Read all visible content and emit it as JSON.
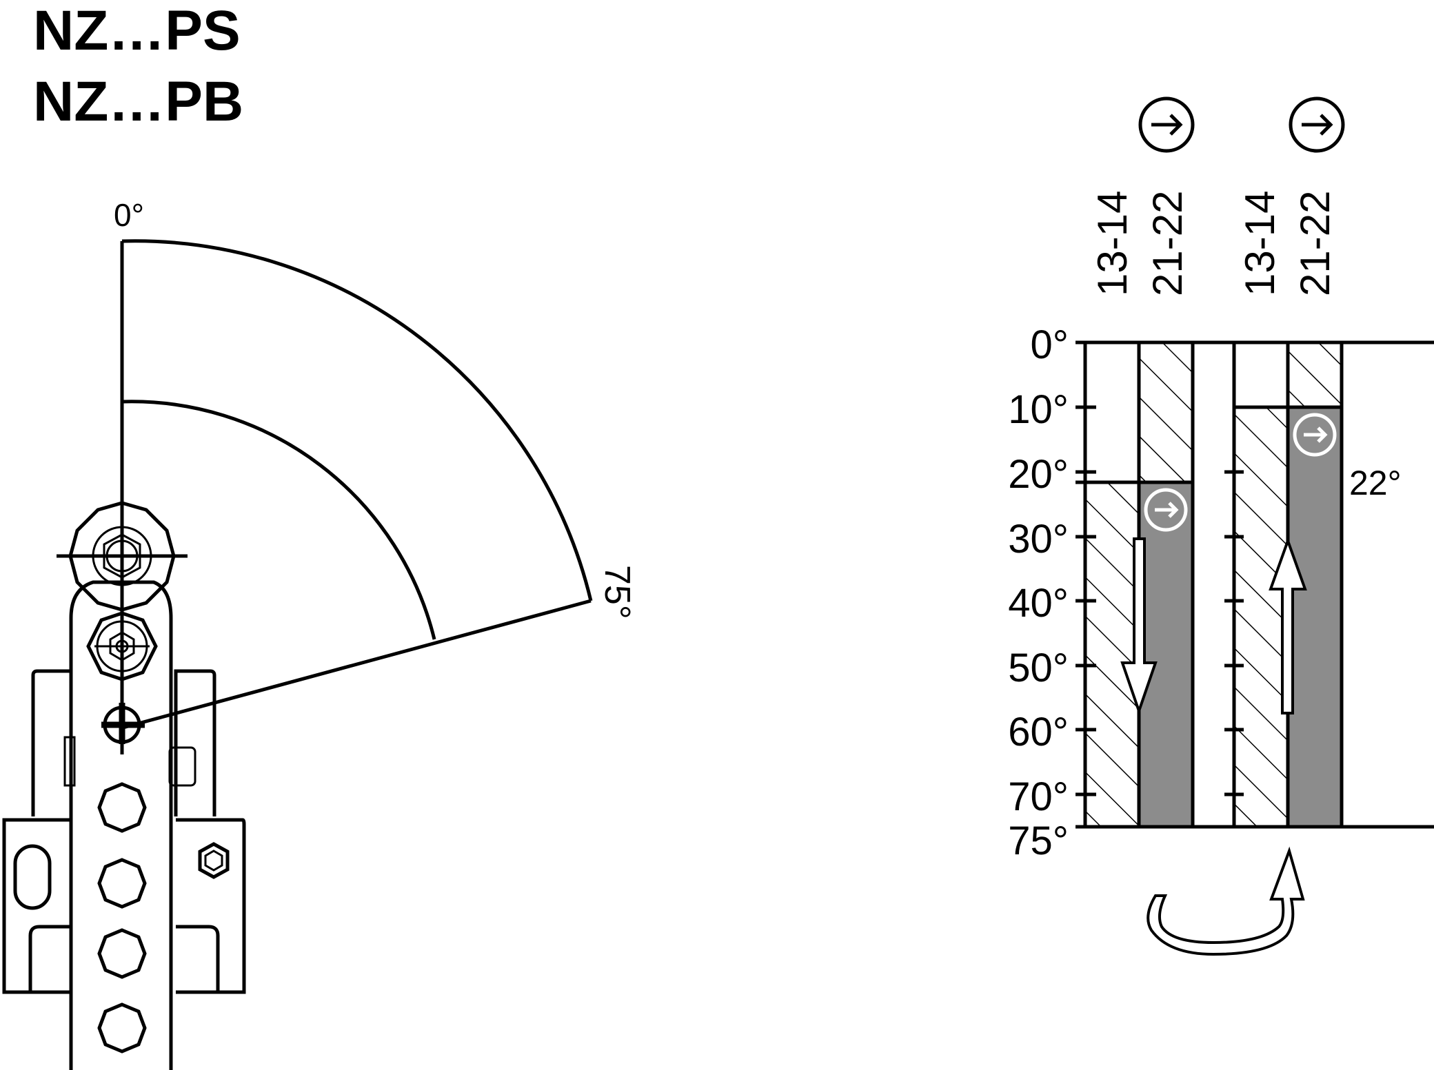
{
  "titles": [
    "NZ…PS",
    "NZ…PB"
  ],
  "lever": {
    "angle_start_label": "0°",
    "angle_end_label": "75°",
    "travel_deg": 75
  },
  "contacts": {
    "col1_label": "13-14",
    "col2_label": "21-22",
    "col3_label": "13-14",
    "col4_label": "21-22",
    "switch_point_label": "22°"
  },
  "scale": {
    "ticks": [
      "0°",
      "10°",
      "20°",
      "30°",
      "40°",
      "50°",
      "60°",
      "70°",
      "75°"
    ]
  },
  "icons": [
    "positive-opening-icon",
    "arrow-down-icon",
    "arrow-up-icon",
    "curved-arrow-icon"
  ],
  "colors": {
    "closed_fill": "#8c8c8c",
    "line": "#000000",
    "background": "#ffffff"
  }
}
